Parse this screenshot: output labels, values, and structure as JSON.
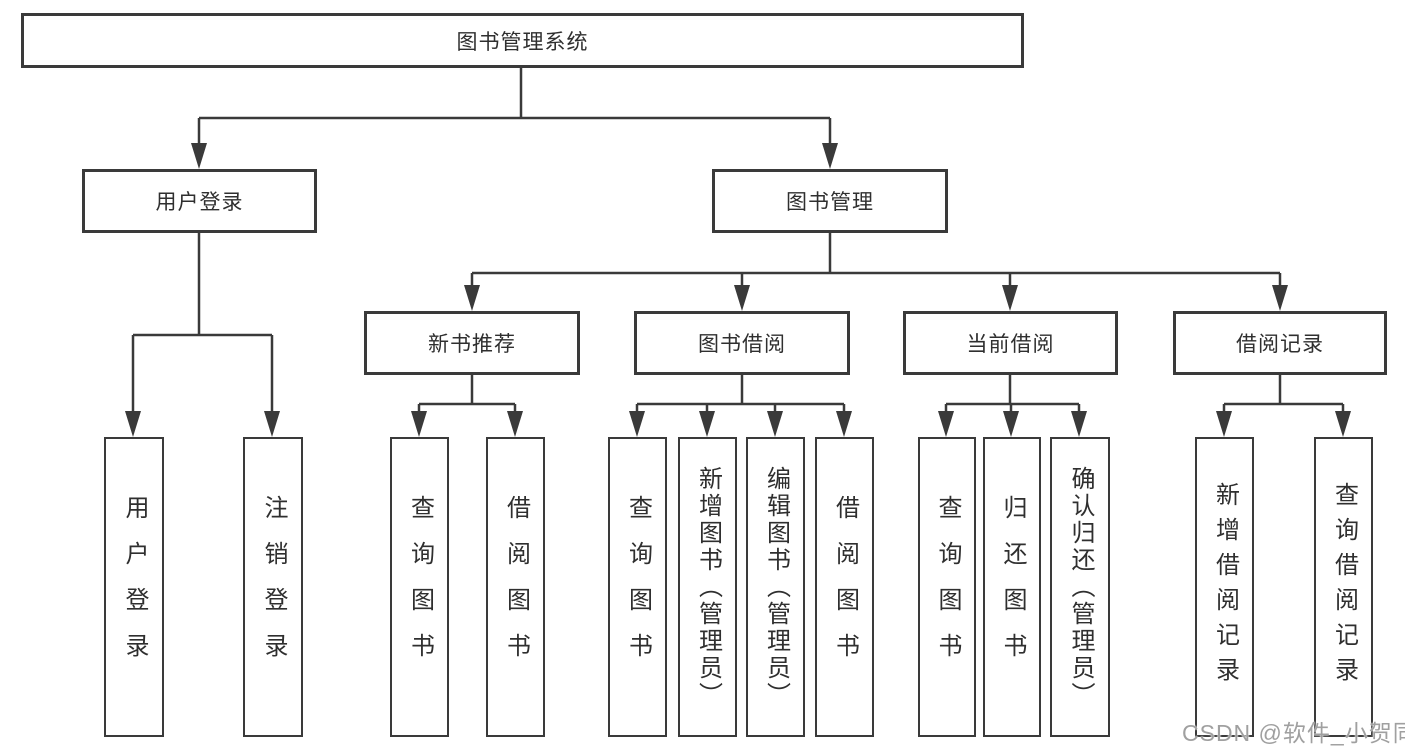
{
  "diagram": {
    "root": {
      "label": "图书管理系统"
    },
    "branches": [
      {
        "label": "用户登录",
        "children": [
          {
            "label": "用户登录"
          },
          {
            "label": "注销登录"
          }
        ]
      },
      {
        "label": "图书管理",
        "children": [
          {
            "label": "新书推荐",
            "children": [
              {
                "label": "查询图书"
              },
              {
                "label": "借阅图书"
              }
            ]
          },
          {
            "label": "图书借阅",
            "children": [
              {
                "label": "查询图书"
              },
              {
                "label": "新增图书（管理员）"
              },
              {
                "label": "编辑图书（管理员）"
              },
              {
                "label": "借阅图书"
              }
            ]
          },
          {
            "label": "当前借阅",
            "children": [
              {
                "label": "查询图书"
              },
              {
                "label": "归还图书"
              },
              {
                "label": "确认归还（管理员）"
              }
            ]
          },
          {
            "label": "借阅记录",
            "children": [
              {
                "label": "新增借阅记录"
              },
              {
                "label": "查询借阅记录"
              }
            ]
          }
        ]
      }
    ]
  },
  "watermark": {
    "text": "CSDN @软件_小贺同学"
  },
  "colors": {
    "line": "#3a3a3a",
    "text": "#2f2f2f",
    "watermark": "#a0a0a0",
    "background": "#ffffff"
  }
}
